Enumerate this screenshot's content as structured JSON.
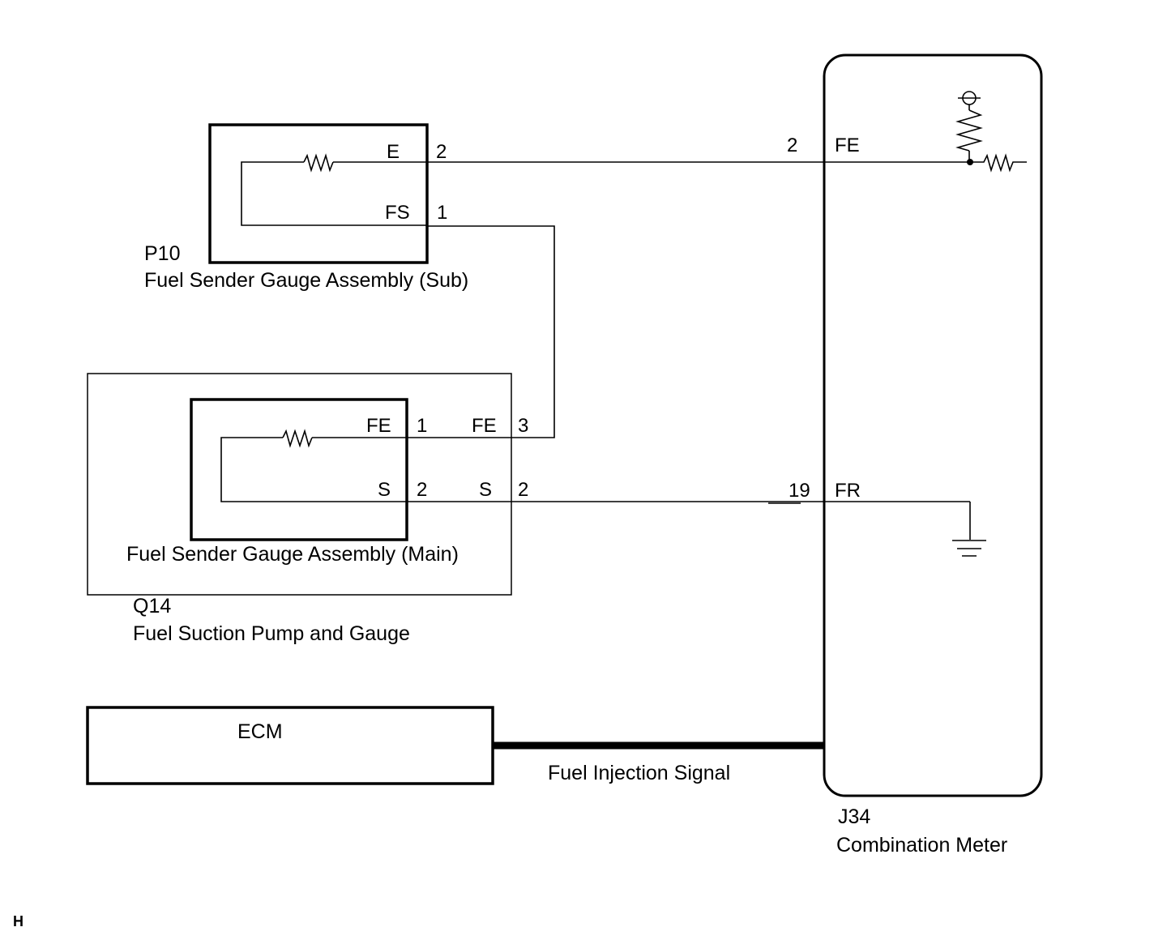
{
  "components": {
    "p10": {
      "code": "P10",
      "name": "Fuel Sender Gauge Assembly (Sub)",
      "pins": [
        {
          "name": "E",
          "number": "2"
        },
        {
          "name": "FS",
          "number": "1"
        }
      ]
    },
    "q14": {
      "code": "Q14",
      "name": "Fuel Suction Pump and Gauge",
      "pins": [
        {
          "name": "FE",
          "number": "3"
        },
        {
          "name": "S",
          "number": "2"
        }
      ]
    },
    "main_sender": {
      "name": "Fuel Sender Gauge Assembly (Main)",
      "pins": [
        {
          "name": "FE",
          "number": "1"
        },
        {
          "name": "S",
          "number": "2"
        }
      ]
    },
    "ecm": {
      "name": "ECM"
    },
    "j34": {
      "code": "J34",
      "name": "Combination Meter",
      "pins": [
        {
          "name": "FE",
          "number": "2"
        },
        {
          "name": "FR",
          "number": "19"
        }
      ]
    }
  },
  "signals": {
    "fuel_injection": "Fuel Injection Signal"
  },
  "corner_mark": "H",
  "colors": {
    "line": "#000000",
    "background": "#ffffff"
  }
}
